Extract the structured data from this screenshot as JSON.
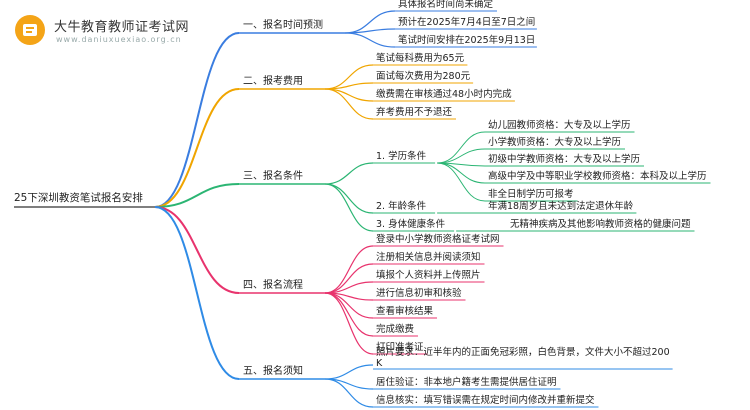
{
  "brand": {
    "name": "大牛教育教师证考试网",
    "domain": "www.daniuxuexiao.org.cn"
  },
  "root": "25下深圳教资笔试报名安排",
  "colors": {
    "c1": "#3a7de0",
    "c2": "#f0a500",
    "c3": "#2bb573",
    "c4": "#e8336d",
    "c5": "#2f8be6",
    "logo": "#f4a417"
  },
  "branches": [
    {
      "label": "一、报名时间预测",
      "color": "c1",
      "children": [
        {
          "text": "具体报名时间尚未确定"
        },
        {
          "text": "预计在2025年7月4日至7日之间"
        },
        {
          "text": "笔试时间安排在2025年9月13日"
        }
      ]
    },
    {
      "label": "二、报考费用",
      "color": "c2",
      "children": [
        {
          "text": "笔试每科费用为65元"
        },
        {
          "text": "面试每次费用为280元"
        },
        {
          "text": "缴费需在审核通过48小时内完成"
        },
        {
          "text": "弃考费用不予退还"
        }
      ]
    },
    {
      "label": "三、报名条件",
      "color": "c3",
      "children": [
        {
          "text": "1. 学历条件",
          "children": [
            "幼儿园教师资格：大专及以上学历",
            "小学教师资格：大专及以上学历",
            "初级中学教师资格：大专及以上学历",
            "高级中学及中等职业学校教师资格：本科及以上学历",
            "非全日制学历可报考"
          ]
        },
        {
          "text": "2. 年龄条件",
          "children": [
            "年满18周岁且未达到法定退休年龄"
          ]
        },
        {
          "text": "3. 身体健康条件",
          "children": [
            "无精神疾病及其他影响教师资格的健康问题"
          ]
        }
      ]
    },
    {
      "label": "四、报名流程",
      "color": "c4",
      "children": [
        {
          "text": "登录中小学教师资格证考试网"
        },
        {
          "text": "注册相关信息并阅读须知"
        },
        {
          "text": "填报个人资料并上传照片"
        },
        {
          "text": "进行信息初审和核验"
        },
        {
          "text": "查看审核结果"
        },
        {
          "text": "完成缴费"
        },
        {
          "text": "打印准考证"
        }
      ]
    },
    {
      "label": "五、报名须知",
      "color": "c5",
      "children": [
        {
          "text": "照片要求：近半年内的正面免冠彩照，白色背景，文件大小不超过200K"
        },
        {
          "text": "居住验证：非本地户籍考生需提供居住证明"
        },
        {
          "text": "信息核实：填写错误需在规定时间内修改并重新提交"
        }
      ]
    }
  ]
}
